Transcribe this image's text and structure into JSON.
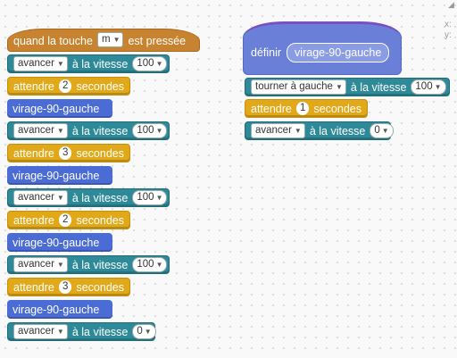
{
  "topright": {
    "x_label": "x:",
    "y_label": "y:"
  },
  "script_main": {
    "hat": {
      "prefix": "quand la touche",
      "key": "m",
      "suffix": "est pressée"
    },
    "blocks": [
      {
        "text": "avancer",
        "mid": "à la vitesse",
        "value": "100"
      },
      {
        "prefix": "attendre",
        "num": "2",
        "suffix": "secondes"
      },
      {
        "text": "virage-90-gauche"
      },
      {
        "text": "avancer",
        "mid": "à la vitesse",
        "value": "100"
      },
      {
        "prefix": "attendre",
        "num": "3",
        "suffix": "secondes"
      },
      {
        "text": "virage-90-gauche"
      },
      {
        "text": "avancer",
        "mid": "à la vitesse",
        "value": "100"
      },
      {
        "prefix": "attendre",
        "num": "2",
        "suffix": "secondes"
      },
      {
        "text": "virage-90-gauche"
      },
      {
        "text": "avancer",
        "mid": "à la vitesse",
        "value": "100"
      },
      {
        "prefix": "attendre",
        "num": "3",
        "suffix": "secondes"
      },
      {
        "text": "virage-90-gauche"
      },
      {
        "text": "avancer",
        "mid": "à la vitesse",
        "value": "0"
      }
    ]
  },
  "script_def": {
    "define_label": "définir",
    "define_name": "virage-90-gauche",
    "blocks": [
      {
        "text": "tourner à gauche",
        "mid": "à la vitesse",
        "value": "100"
      },
      {
        "prefix": "attendre",
        "num": "1",
        "suffix": "secondes"
      },
      {
        "text": "avancer",
        "mid": "à la vitesse",
        "value": "0"
      }
    ]
  }
}
